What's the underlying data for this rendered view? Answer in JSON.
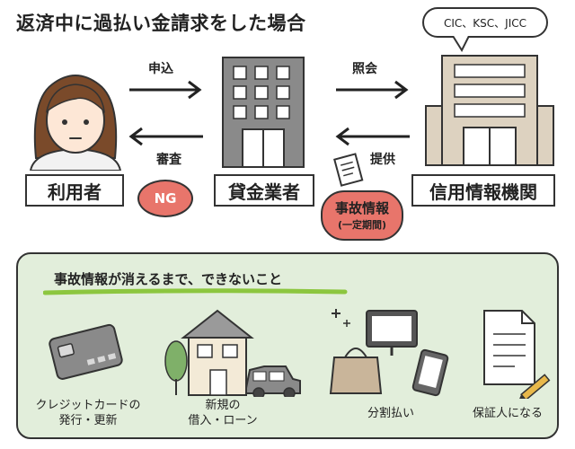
{
  "title": "返済中に過払い金請求をした場合",
  "actors": {
    "user": "利用者",
    "lender": "貸金業者",
    "credit_bureau": "信用情報機関"
  },
  "arrows": {
    "apply": "申込",
    "inquiry": "照会",
    "screening": "審査",
    "provide": "提供"
  },
  "bubbles": {
    "ng": "NG",
    "accident_info": "事故情報",
    "accident_period": "(一定期間)",
    "bureau_names": "CIC、KSC、JICC"
  },
  "panel": {
    "heading": "事故情報が消えるまで、できないこと",
    "items": [
      {
        "line1": "クレジットカードの",
        "line2": "発行・更新",
        "icon": "credit-card-icon"
      },
      {
        "line1": "新規の",
        "line2": "借入・ローン",
        "icon": "house-car-icon"
      },
      {
        "line1": "分割払い",
        "line2": "",
        "icon": "shopping-tv-icon"
      },
      {
        "line1": "保証人になる",
        "line2": "",
        "icon": "document-pen-icon"
      }
    ]
  },
  "colors": {
    "accent_red": "#e8756b",
    "panel_bg": "#e2eedb",
    "underline_green": "#8cc63f",
    "building_gray": "#8a8a8a",
    "bureau_beige": "#ddd2c0"
  }
}
